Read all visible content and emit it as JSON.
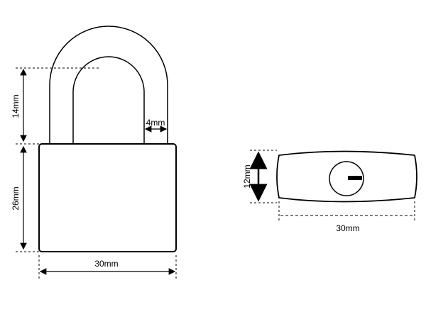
{
  "front_view": {
    "shackle_height_label": "14mm",
    "shackle_thickness_label": "4mm",
    "body_height_label": "26mm",
    "body_width_label": "30mm"
  },
  "top_view": {
    "height_label": "12mm",
    "width_label": "30mm"
  }
}
